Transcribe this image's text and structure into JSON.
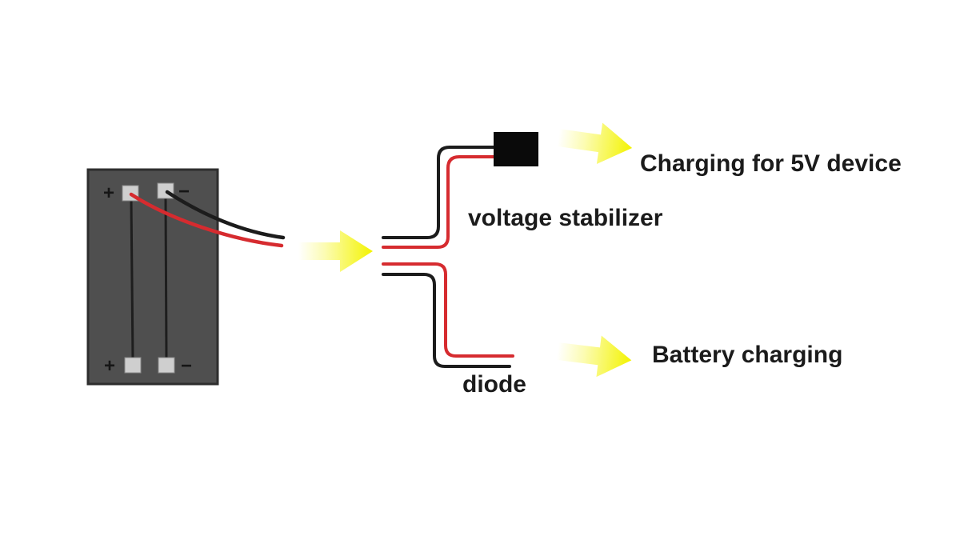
{
  "diagram": {
    "type": "solar-panel-charging-circuit",
    "labels": {
      "charging_5v": "Charging for 5V device",
      "voltage_stabilizer": "voltage stabilizer",
      "battery_charging": "Battery charging",
      "diode": "diode"
    },
    "panel": {
      "terminal_signs": {
        "top_left": "+",
        "top_right": "−",
        "bottom_left": "+",
        "bottom_right": "−"
      }
    },
    "colors": {
      "panel_body": "#4f4f4f",
      "panel_border": "#2e2e2e",
      "terminal": "#cfcfcf",
      "wire_positive": "#d62b2f",
      "wire_negative": "#1c1c1c",
      "component_box": "#0a0a0a",
      "arrow_yellow": "#f3f300",
      "text": "#1b1b1b"
    }
  }
}
